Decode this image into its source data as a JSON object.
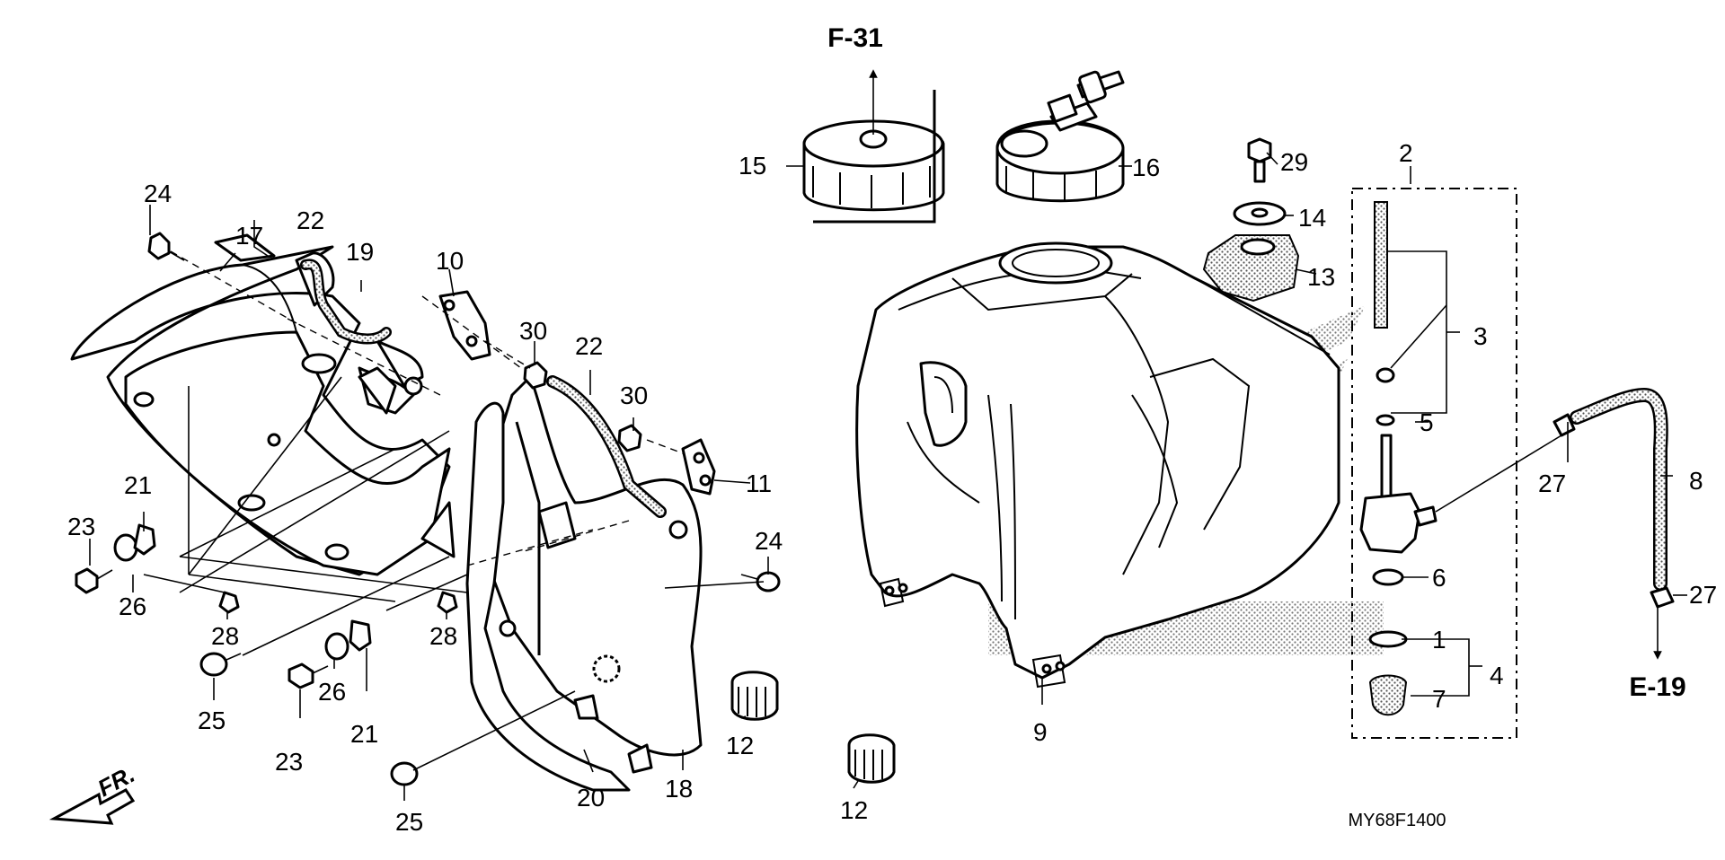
{
  "diagram": {
    "code": "MY68F1400",
    "front_label": "FR.",
    "references": [
      "F-31",
      "E-19"
    ],
    "callouts": [
      "1",
      "2",
      "3",
      "4",
      "5",
      "6",
      "7",
      "8",
      "9",
      "10",
      "11",
      "12",
      "12",
      "13",
      "14",
      "15",
      "16",
      "17",
      "18",
      "19",
      "20",
      "21",
      "21",
      "22",
      "22",
      "23",
      "23",
      "24",
      "24",
      "25",
      "25",
      "26",
      "26",
      "27",
      "27",
      "28",
      "28",
      "29",
      "30",
      "30"
    ]
  }
}
